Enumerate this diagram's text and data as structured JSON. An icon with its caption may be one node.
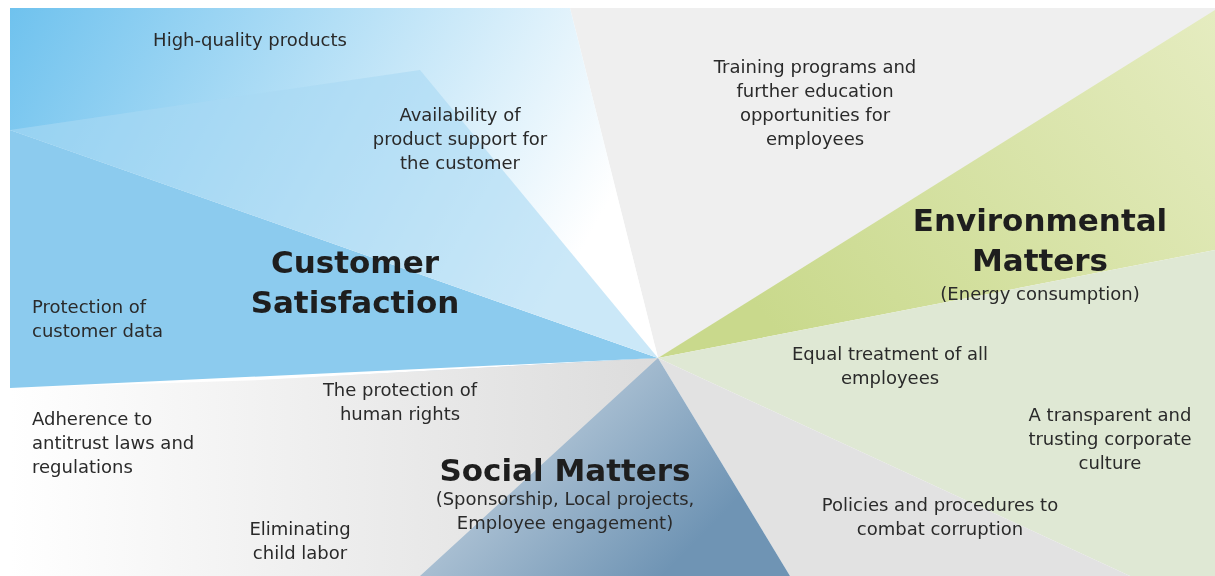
{
  "diagram": {
    "labels": [
      "High-quality products",
      "Training programs and further education opportunities for employees",
      "Availability of product support for the customer",
      "Environmental Matters",
      "(Energy consumption)",
      "Customer Satisfaction",
      "Protection of customer data",
      "Equal treatment of all employees",
      "The protection of human rights",
      "Adherence to antitrust laws and regulations",
      "A transparent and trusting corporate culture",
      "Social Matters",
      "(Sponsorship, Local projects, Employee engagement)",
      "Policies and procedures to combat corruption",
      "Eliminating child labor"
    ]
  }
}
